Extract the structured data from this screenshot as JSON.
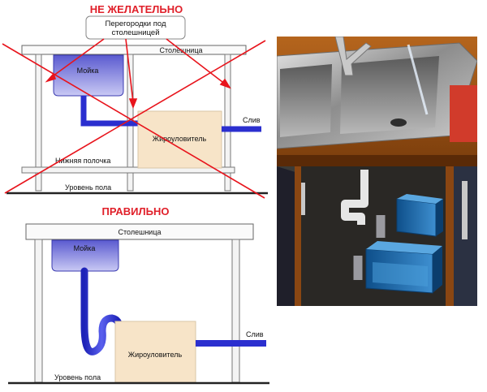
{
  "top": {
    "heading": "НЕ ЖЕЛАТЕЛЬНО",
    "callout": [
      "Перегородки под",
      "столешницей"
    ],
    "labels": {
      "countertop": "Столешница",
      "sink": "Мойка",
      "drain": "Слив",
      "grease_trap": "Жироуловитель",
      "lower_shelf": "Нижняя полочка",
      "floor_level": "Уровень пола"
    }
  },
  "bottom": {
    "heading": "ПРАВИЛЬНО",
    "labels": {
      "countertop": "Столешница",
      "sink": "Мойка",
      "drain": "Слив",
      "grease_trap": "Жироуловитель",
      "floor_level": "Уровень пола"
    }
  },
  "colors": {
    "heading_red": "#e0202a",
    "cross_red": "#e8141c",
    "pipe_blue": "#2b2fcf",
    "trap_fill": "#f7e4c8",
    "sink_fill": "#7a7ad8"
  }
}
